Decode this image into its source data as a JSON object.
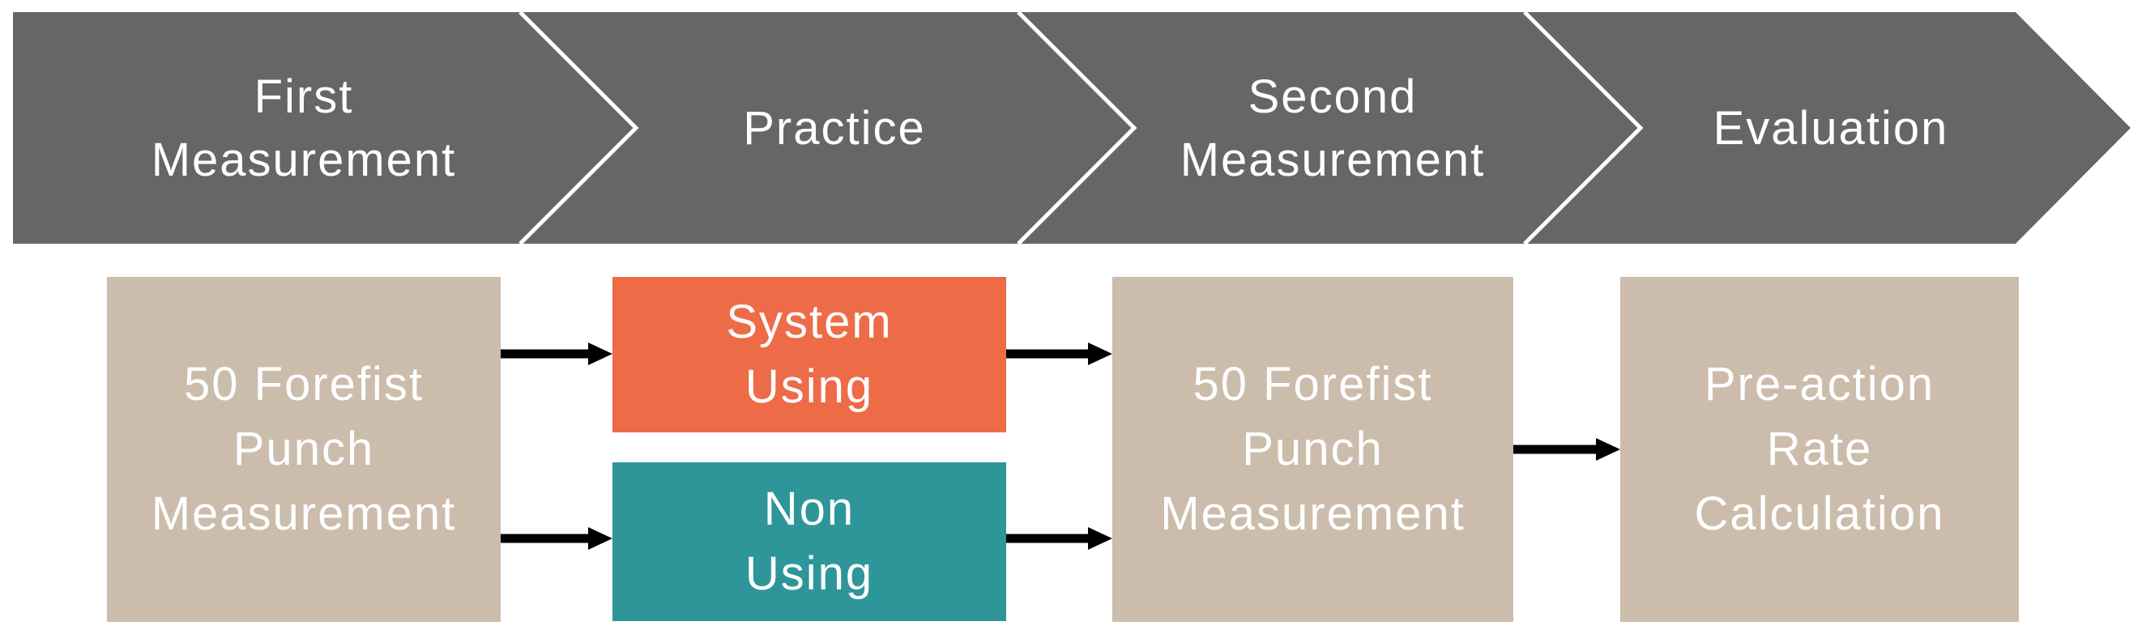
{
  "colors": {
    "background": "#ffffff",
    "banner_gray": "#666666",
    "chevron_white": "#ffffff",
    "box_tan": "#ccbcac",
    "box_orange": "#ed6c47",
    "box_teal": "#2e9699",
    "arrow_black": "#000000",
    "text_white": "#ffffff"
  },
  "banner": {
    "stages": [
      {
        "label": "First\nMeasurement"
      },
      {
        "label": "Practice"
      },
      {
        "label": "Second\nMeasurement"
      },
      {
        "label": "Evaluation"
      }
    ]
  },
  "flow": {
    "boxes": [
      {
        "label": "50 Forefist\nPunch\nMeasurement",
        "color_key": "tan"
      },
      {
        "label": "System\nUsing",
        "color_key": "orange"
      },
      {
        "label": "Non\nUsing",
        "color_key": "teal"
      },
      {
        "label": "50 Forefist\nPunch\nMeasurement",
        "color_key": "tan"
      },
      {
        "label": "Pre-action\nRate\nCalculation",
        "color_key": "tan"
      }
    ]
  }
}
